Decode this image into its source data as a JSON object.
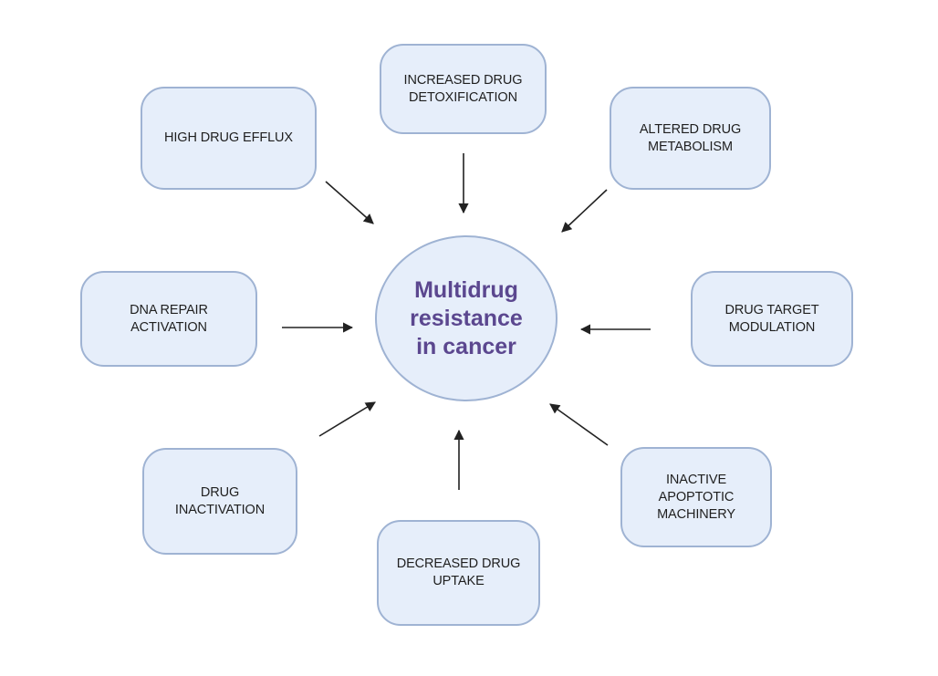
{
  "center": {
    "label": "Multidrug\nresistance\nin cancer"
  },
  "nodes": [
    {
      "id": "increased-drug-detoxification",
      "label": "INCREASED DRUG\nDETOXIFICATION"
    },
    {
      "id": "altered-drug-metabolism",
      "label": "ALTERED DRUG\nMETABOLISM"
    },
    {
      "id": "drug-target-modulation",
      "label": "DRUG TARGET\nMODULATION"
    },
    {
      "id": "inactive-apoptotic-machinery",
      "label": "INACTIVE\nAPOPTOTIC\nMACHINERY"
    },
    {
      "id": "decreased-drug-uptake",
      "label": "DECREASED DRUG\nUPTAKE"
    },
    {
      "id": "drug-inactivation",
      "label": "DRUG\nINACTIVATION"
    },
    {
      "id": "dna-repair-activation",
      "label": "DNA REPAIR\nACTIVATION"
    },
    {
      "id": "high-drug-efflux",
      "label": "HIGH DRUG EFFLUX"
    }
  ],
  "colors": {
    "box_fill": "#e6eefa",
    "box_border": "#9fb3d3",
    "center_text": "#5b478f",
    "arrow": "#222222"
  }
}
